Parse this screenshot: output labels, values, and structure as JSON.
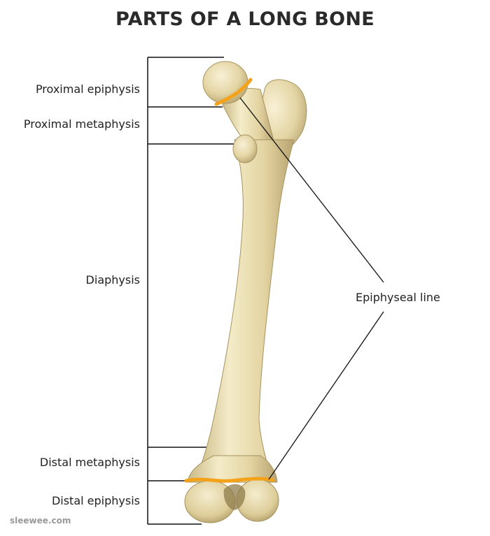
{
  "title": "PARTS OF A LONG BONE",
  "labels": {
    "proximal_epiphysis": "Proximal epiphysis",
    "proximal_metaphysis": "Proximal metaphysis",
    "diaphysis": "Diaphysis",
    "distal_metaphysis": "Distal metaphysis",
    "distal_epiphysis": "Distal epiphysis",
    "epiphyseal_line": "Epiphyseal line"
  },
  "watermark": "sleewee.com",
  "colors": {
    "bone": "#e8dcb0",
    "bone_shadow": "#b9a877",
    "bone_highlight": "#f7f0d4",
    "epiphyseal_line": "#f3a21a",
    "leader_line": "#111111"
  }
}
